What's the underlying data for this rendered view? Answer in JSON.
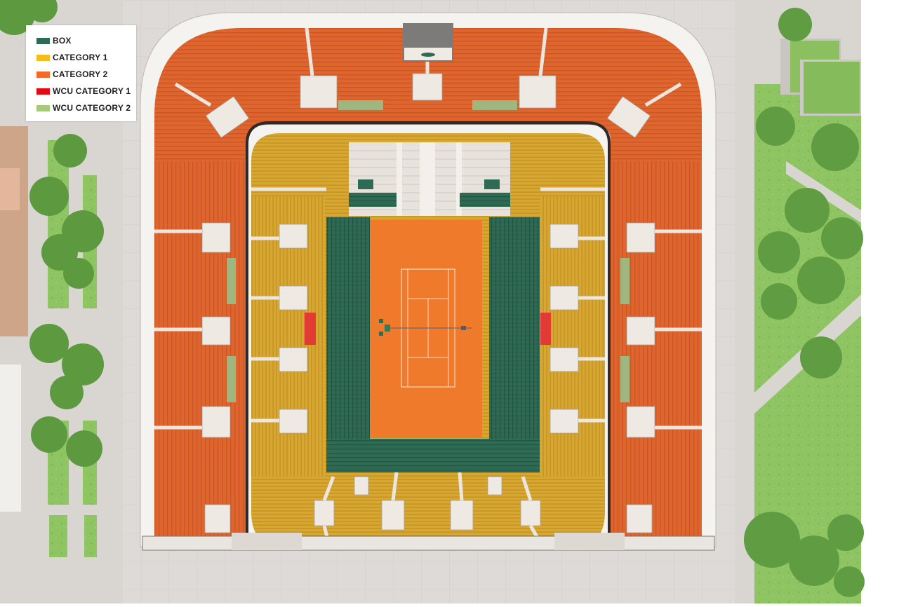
{
  "legend": {
    "items": [
      {
        "label": "BOX",
        "color": "#2e6b55"
      },
      {
        "label": "CATEGORY 1",
        "color": "#f3be1c"
      },
      {
        "label": "CATEGORY 2",
        "color": "#ef6a2b"
      },
      {
        "label": "WCU CATEGORY 1",
        "color": "#e20b14"
      },
      {
        "label": "WCU CATEGORY 2",
        "color": "#a6c97a"
      }
    ]
  },
  "colors": {
    "court": "#f07a2c",
    "box": "#2e6b55",
    "category1": "#d8a730",
    "category2": "#e0652c",
    "wcu_category1": "#e33a36",
    "wcu_category2": "#9fb77f",
    "grass": "#8cc260",
    "trees": "#5f9c42",
    "pavement": "#dcd9d6",
    "walkway": "#ece9e5"
  },
  "icons": [
    "tennis-court-icon",
    "tree-icon"
  ]
}
